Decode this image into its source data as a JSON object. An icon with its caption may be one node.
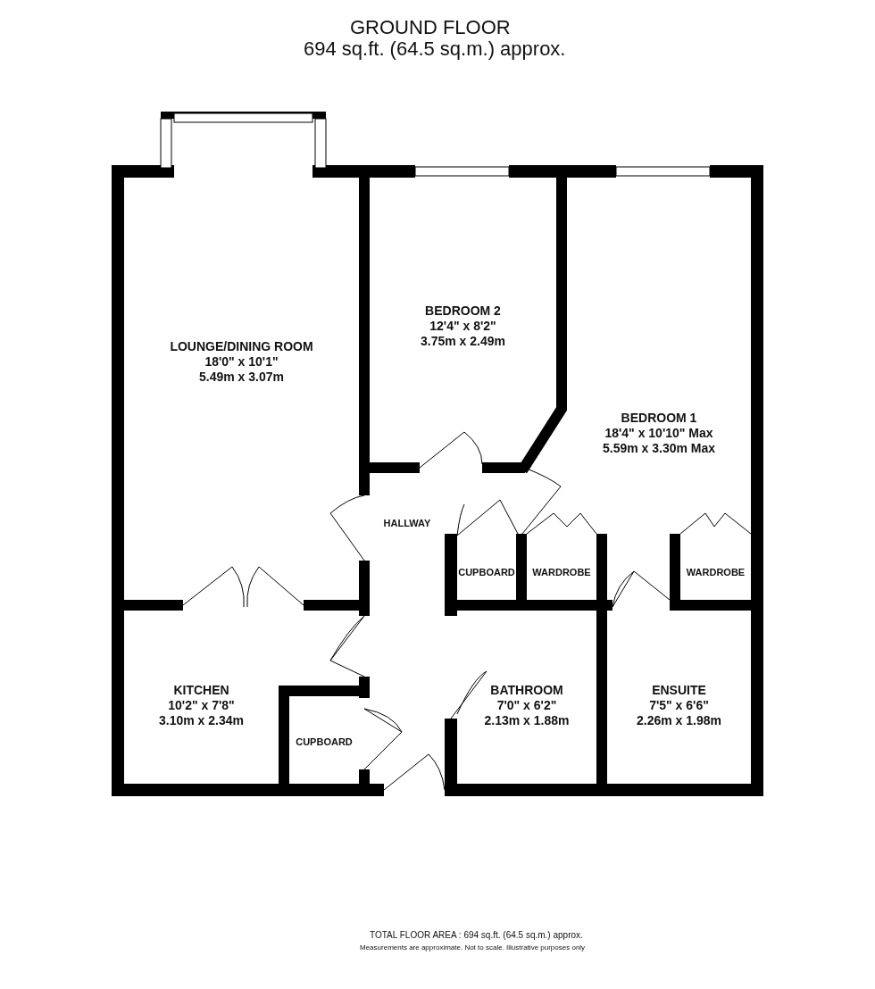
{
  "diagram": {
    "title": "GROUND FLOOR",
    "nodes": [
      {
        "text": [
          "BEDROOM 2",
          "12'4\" x 8'2\"",
          "3.75m x 2.49m"
        ]
      },
      {
        "text": [
          "LOUNGE/DINING ROOM",
          "18'0\" x 10'1\"",
          "5.49m x 3.07m"
        ]
      },
      {
        "text": [
          "BEDROOM 1",
          "18'4\" x 10'10\" Max",
          "5.59m x 3.30m Max"
        ]
      },
      {
        "text": [
          "HALLWAY"
        ]
      },
      {
        "text": [
          "CUPBOARD"
        ]
      },
      {
        "text": [
          "WARDROBE"
        ]
      },
      {
        "text": [
          "WARDROBE"
        ]
      },
      {
        "text": [
          "KITCHEN",
          "10'2\" x 7'8\"",
          "3.10m x 2.34m"
        ]
      },
      {
        "text": [
          "BATHROOM",
          "7'0\" x 6'2\"",
          "2.13m x 1.88m"
        ]
      },
      {
        "text": [
          "ENSUITE",
          "7'5\" x 6'6\"",
          "2.26m x 1.98m"
        ]
      },
      {
        "text": [
          "CUPBOARD"
        ]
      }
    ],
    "labels": [
      "694 sq.ft. (64.5 sq.m.) approx.",
      "TOTAL FLOOR AREA : 694 sq.ft. (64.5 sq.m.) approx.",
      "Measurements are approximate. Not to scale. Illustrative purposes only"
    ]
  }
}
